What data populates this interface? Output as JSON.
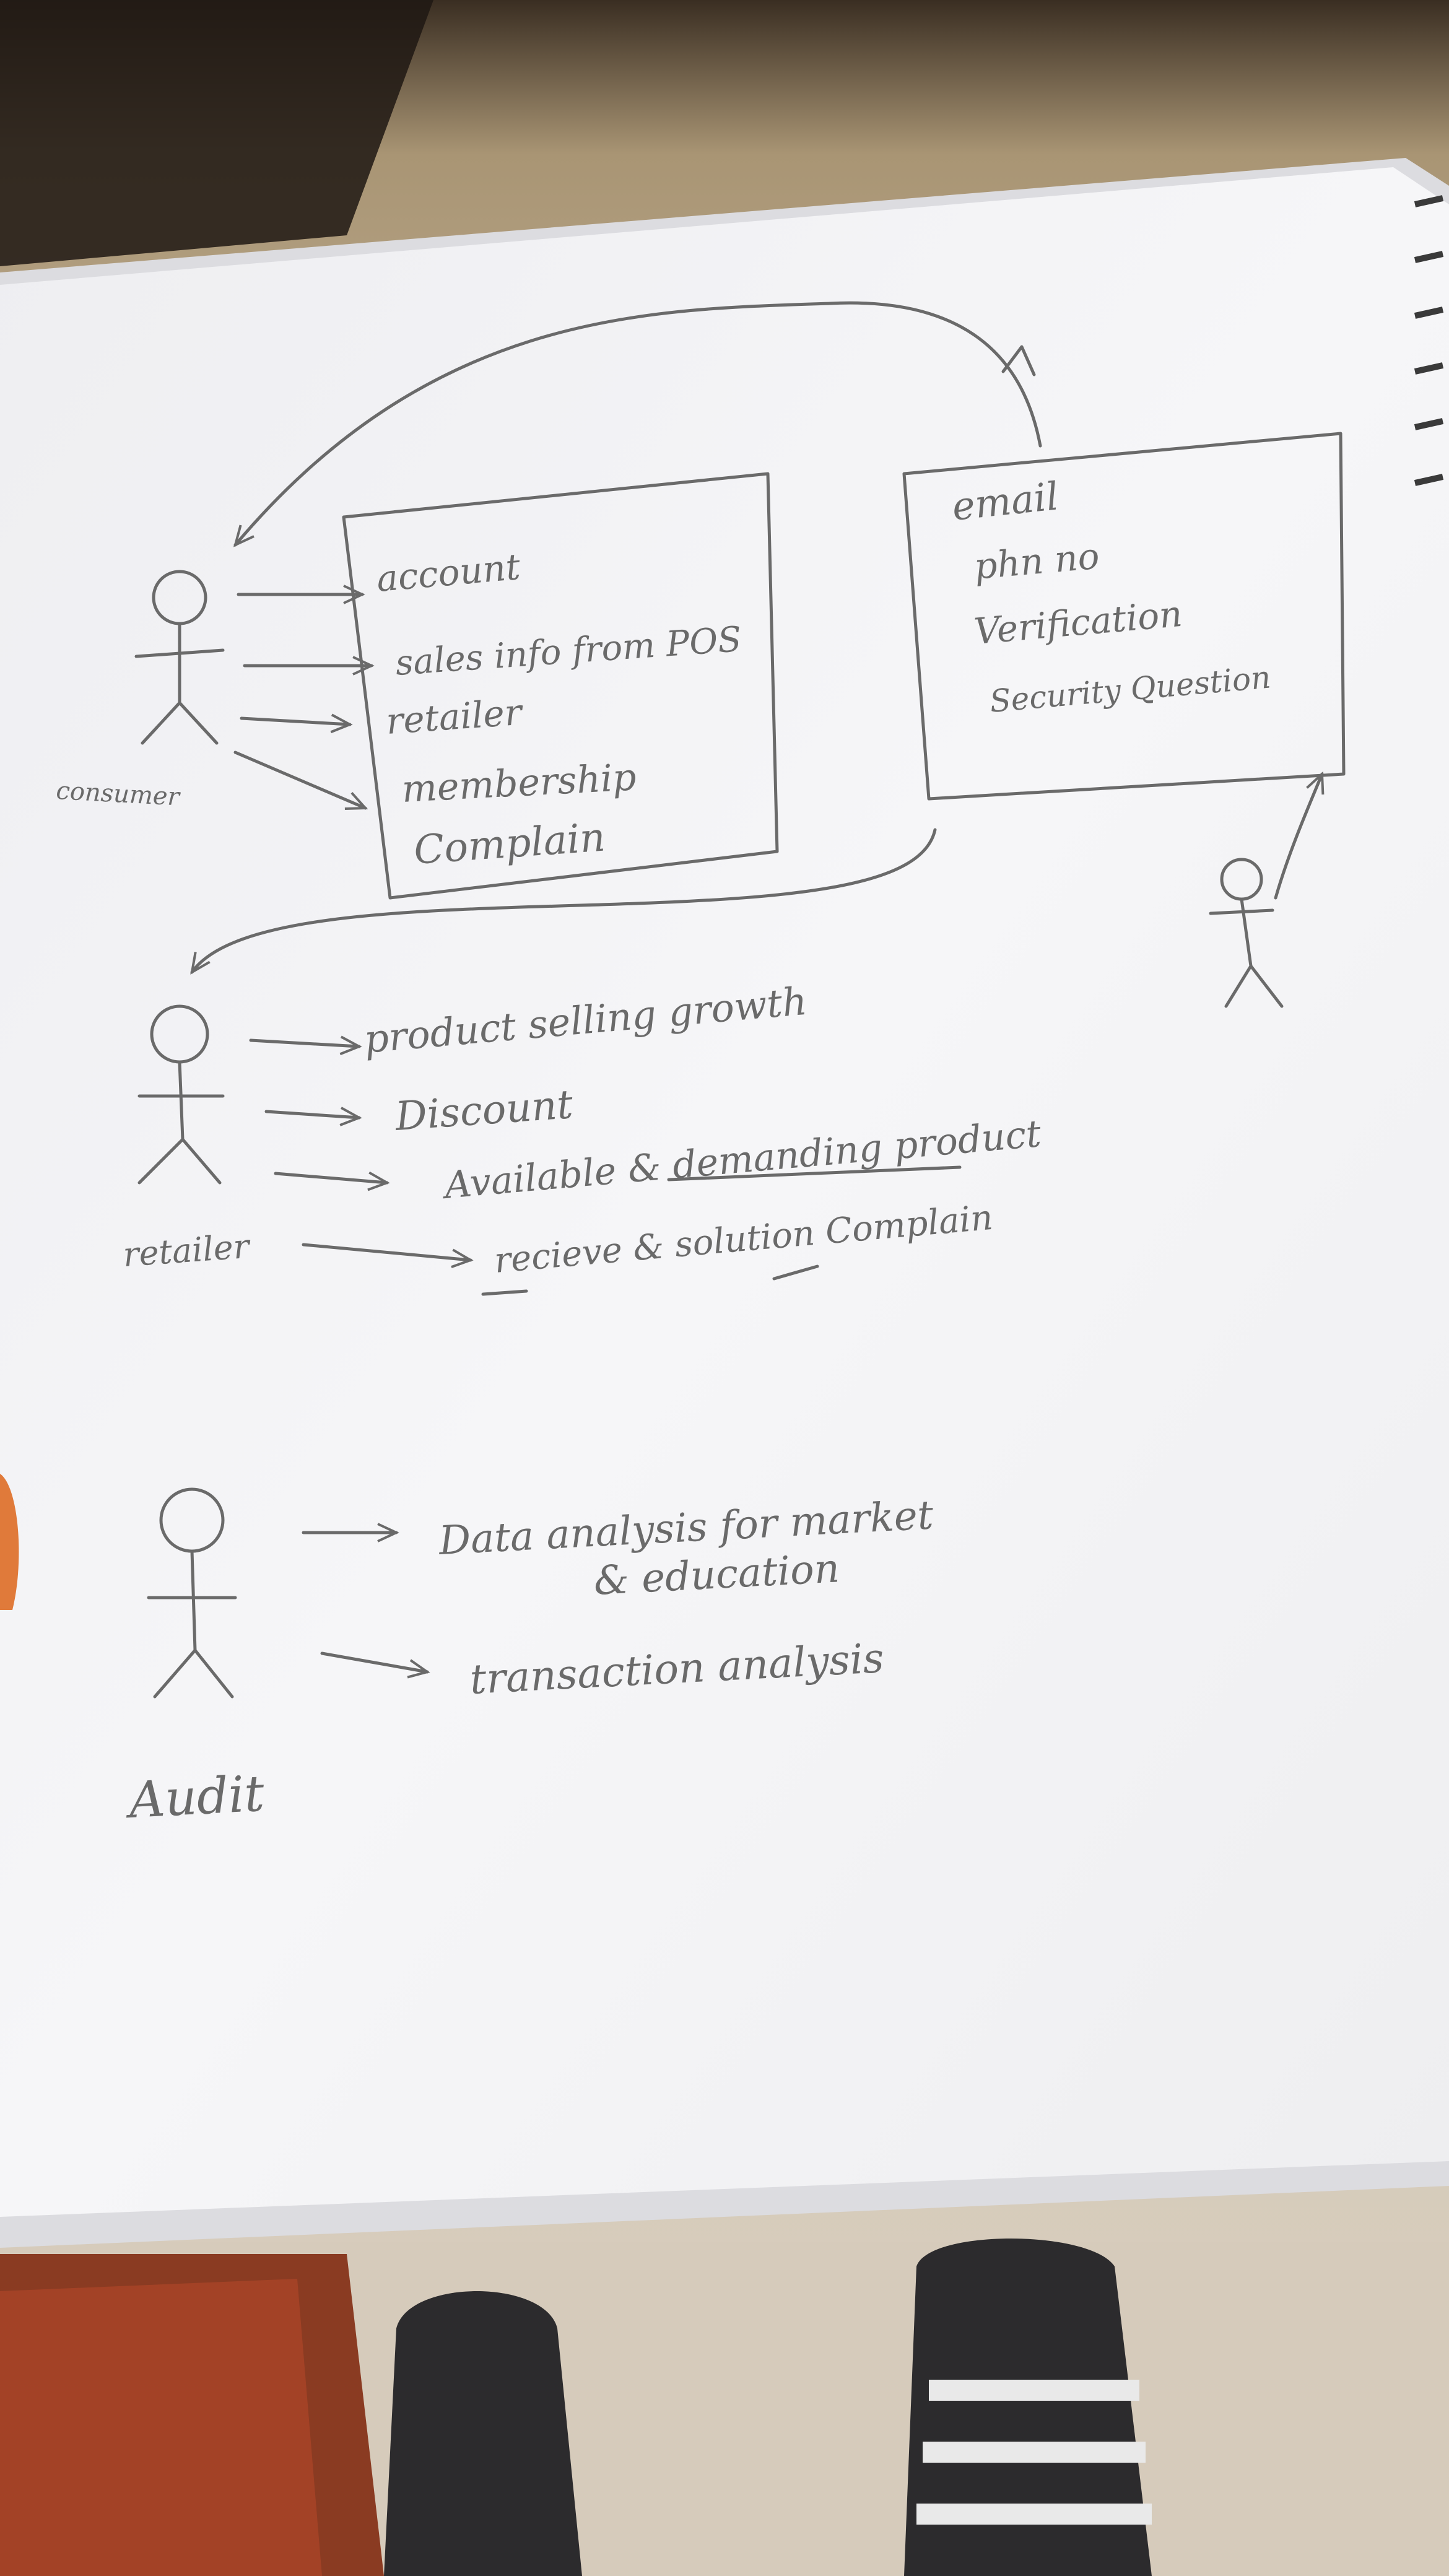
{
  "consumer": {
    "label": "consumer",
    "box_items": [
      "account",
      "sales info from POS",
      "retailer",
      "membership",
      "Complain"
    ]
  },
  "verification_box": {
    "items": [
      "email",
      "phn no",
      "Verification",
      "Security Question"
    ]
  },
  "retailer": {
    "label": "retailer",
    "items": [
      "product selling growth",
      "Discount",
      "Available & demanding product",
      "recieve & solution Complain"
    ]
  },
  "audit": {
    "label": "Audit",
    "items": [
      "Data analysis for market",
      "& education",
      "transaction analysis"
    ]
  },
  "colors": {
    "paper": "#f4f4f6",
    "pencil": "#6a6a6a",
    "background_top": "#b9a98f",
    "background_bottom": "#d9cfc0"
  }
}
